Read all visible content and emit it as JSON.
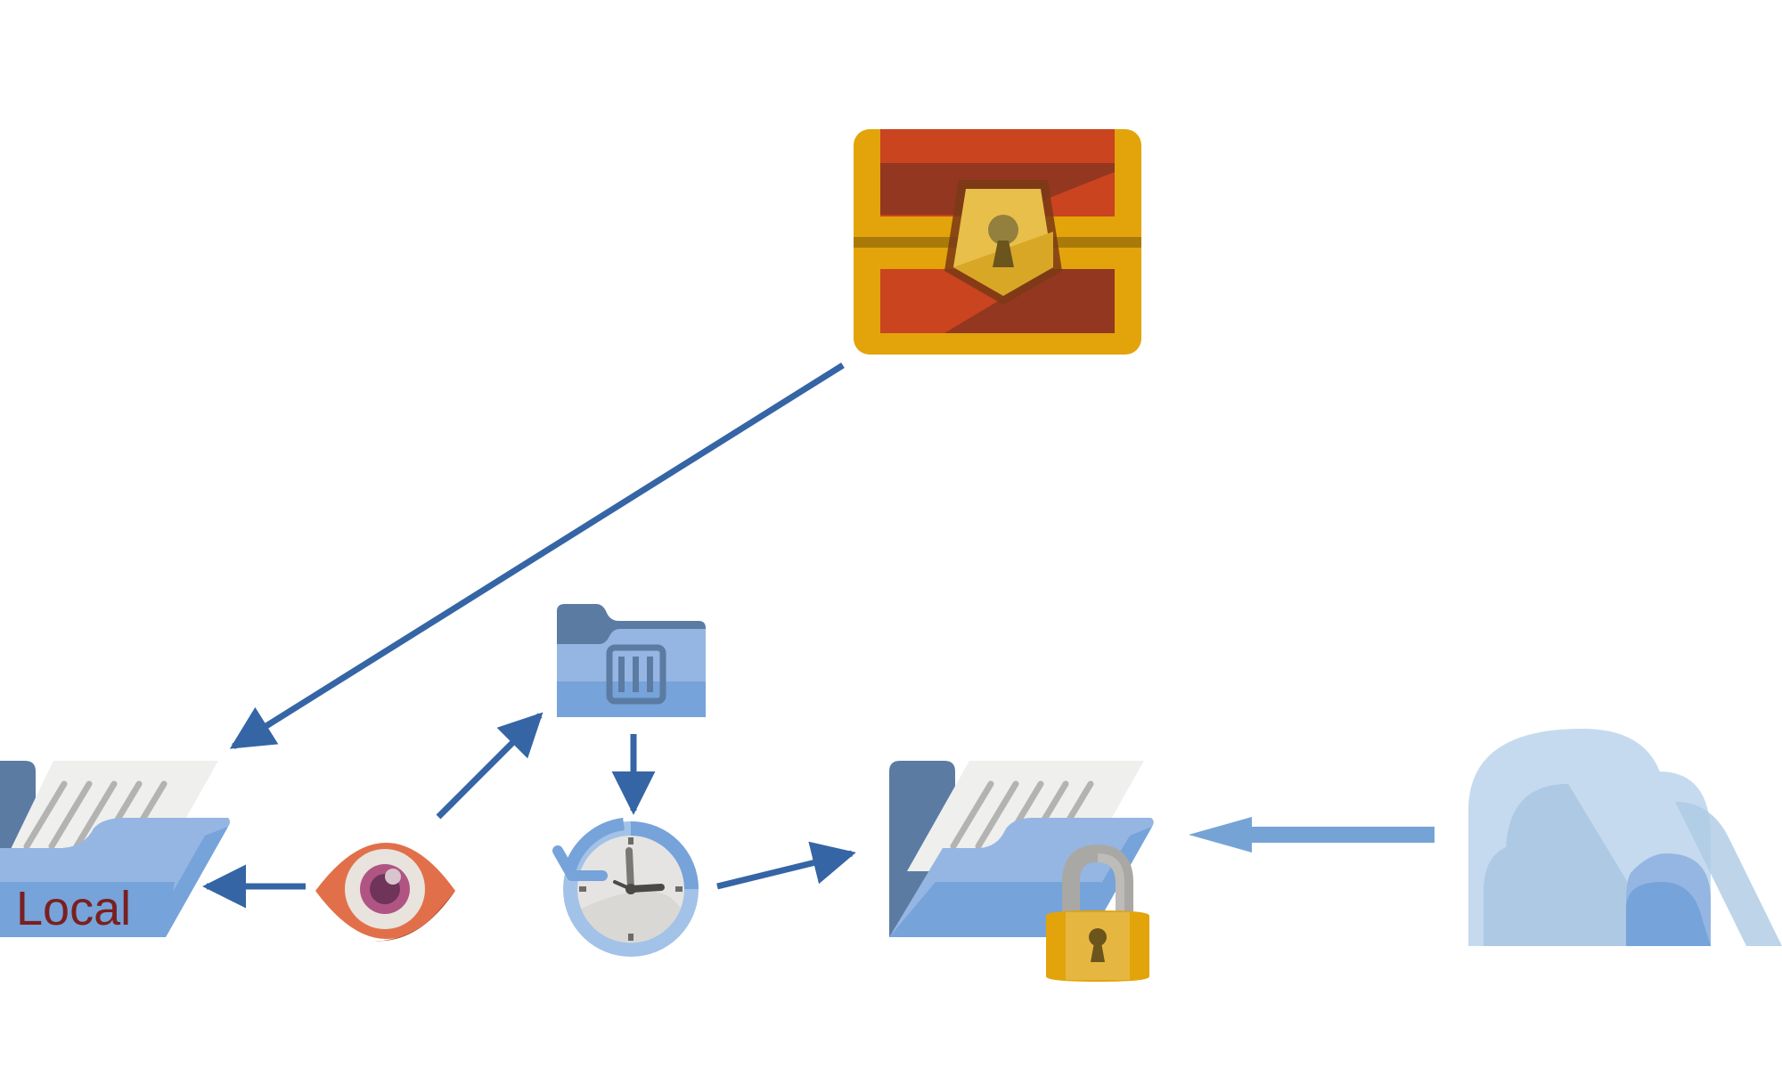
{
  "diagram": {
    "nodes": [
      {
        "id": "treasure-chest",
        "icon": "treasure-chest-icon",
        "label": ""
      },
      {
        "id": "local-folder",
        "icon": "open-folder-documents-icon",
        "label": "Local"
      },
      {
        "id": "watcher",
        "icon": "eye-icon",
        "label": ""
      },
      {
        "id": "archive-folder",
        "icon": "archive-folder-icon",
        "label": ""
      },
      {
        "id": "scheduler",
        "icon": "clock-restore-icon",
        "label": ""
      },
      {
        "id": "encrypted-folder",
        "icon": "locked-folder-icon",
        "label": ""
      },
      {
        "id": "cloud",
        "icon": "cloud-icon",
        "label": ""
      }
    ],
    "edges": [
      {
        "from": "treasure-chest",
        "to": "local-folder"
      },
      {
        "from": "watcher",
        "to": "local-folder"
      },
      {
        "from": "watcher",
        "to": "archive-folder"
      },
      {
        "from": "archive-folder",
        "to": "scheduler"
      },
      {
        "from": "scheduler",
        "to": "encrypted-folder"
      },
      {
        "from": "cloud",
        "to": "encrypted-folder"
      }
    ],
    "colors": {
      "arrow": "#3565a5",
      "arrow_light": "#76a3d6",
      "label": "#7a1f1f"
    }
  }
}
